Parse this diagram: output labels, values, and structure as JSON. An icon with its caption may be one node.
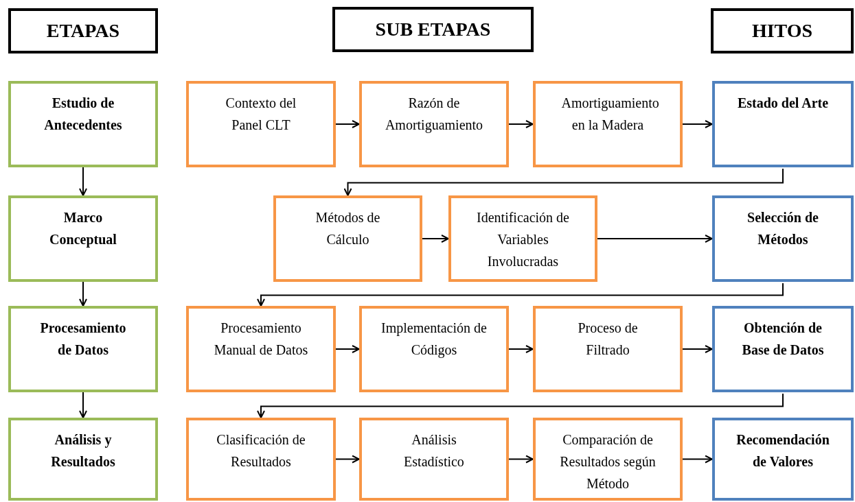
{
  "diagram": {
    "nodes": [
      {
        "text": [
          "ETAPAS"
        ]
      },
      {
        "text": [
          "SUB ETAPAS"
        ]
      },
      {
        "text": [
          "HITOS"
        ]
      },
      {
        "text": [
          "Estudio de Antecedentes"
        ]
      },
      {
        "text": [
          "Contexto del Panel CLT"
        ]
      },
      {
        "text": [
          "Razón de Amortiguamiento"
        ]
      },
      {
        "text": [
          "Amortiguamiento en la Madera"
        ]
      },
      {
        "text": [
          "Estado del Arte"
        ]
      },
      {
        "text": [
          "Marco Conceptual"
        ]
      },
      {
        "text": [
          "Métodos de Cálculo"
        ]
      },
      {
        "text": [
          "Identificación de Variables Involucradas"
        ]
      },
      {
        "text": [
          "Selección de Métodos"
        ]
      },
      {
        "text": [
          "Procesamiento de Datos"
        ]
      },
      {
        "text": [
          "Procesamiento Manual de Datos"
        ]
      },
      {
        "text": [
          "Implementación de Códigos"
        ]
      },
      {
        "text": [
          "Proceso de Filtrado"
        ]
      },
      {
        "text": [
          "Obtención de Base de Datos"
        ]
      },
      {
        "text": [
          "Análisis y Resultados"
        ]
      },
      {
        "text": [
          "Clasificación de Resultados"
        ]
      },
      {
        "text": [
          "Análisis Estadístico"
        ]
      },
      {
        "text": [
          "Comparación de Resultados según Método"
        ]
      },
      {
        "text": [
          "Recomendación de Valores"
        ]
      }
    ],
    "edges": [
      {
        "from": 3,
        "to": 8,
        "arrow": "to"
      },
      {
        "from": 8,
        "to": 12,
        "arrow": "to"
      },
      {
        "from": 12,
        "to": 17,
        "arrow": "to"
      },
      {
        "from": 4,
        "to": 5,
        "arrow": "to"
      },
      {
        "from": 5,
        "to": 6,
        "arrow": "to"
      },
      {
        "from": 6,
        "to": 7,
        "arrow": "to"
      },
      {
        "from": 7,
        "to": 9,
        "arrow": "to"
      },
      {
        "from": 9,
        "to": 10,
        "arrow": "to"
      },
      {
        "from": 10,
        "to": 11,
        "arrow": "to"
      },
      {
        "from": 11,
        "to": 13,
        "arrow": "to"
      },
      {
        "from": 13,
        "to": 14,
        "arrow": "to"
      },
      {
        "from": 14,
        "to": 15,
        "arrow": "to"
      },
      {
        "from": 15,
        "to": 16,
        "arrow": "to"
      },
      {
        "from": 16,
        "to": 18,
        "arrow": "to"
      },
      {
        "from": 18,
        "to": 19,
        "arrow": "to"
      },
      {
        "from": 19,
        "to": 20,
        "arrow": "to"
      },
      {
        "from": 20,
        "to": 21,
        "arrow": "to"
      }
    ]
  }
}
